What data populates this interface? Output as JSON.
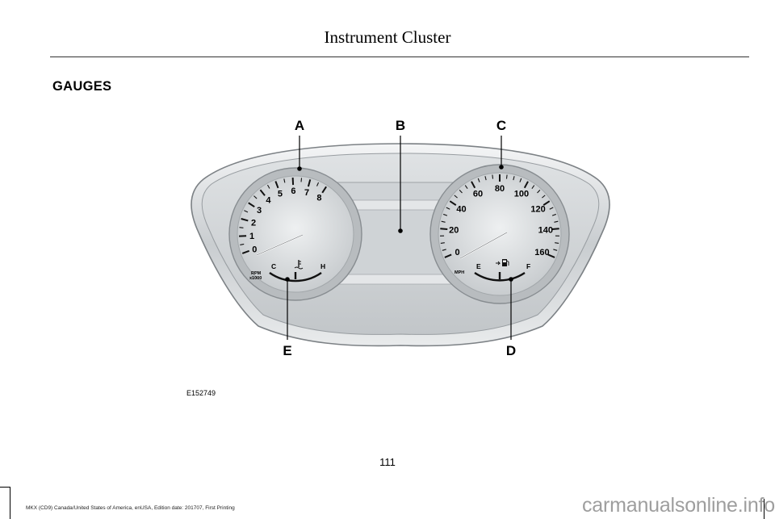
{
  "header": {
    "title": "Instrument Cluster"
  },
  "section": {
    "heading": "GAUGES"
  },
  "figure": {
    "id": "E152749",
    "callouts": {
      "a": "A",
      "b": "B",
      "c": "C",
      "d": "D",
      "e": "E"
    },
    "tachometer": {
      "ticks": [
        "0",
        "1",
        "2",
        "3",
        "4",
        "5",
        "6",
        "7",
        "8"
      ],
      "unit_top": "RPM",
      "unit_bottom": "x1000",
      "needle_value": 0,
      "temp_gauge": {
        "low": "C",
        "high": "H",
        "icon": "coolant-temperature-icon"
      }
    },
    "speedometer": {
      "ticks": [
        "0",
        "20",
        "40",
        "60",
        "80",
        "100",
        "120",
        "140",
        "160"
      ],
      "unit": "MPH",
      "needle_value": 0,
      "fuel_gauge": {
        "empty": "E",
        "full": "F",
        "icon": "fuel-pump-icon"
      }
    }
  },
  "page": {
    "number": "111"
  },
  "footer": {
    "text": "MKX (CD9) Canada/United States of America, enUSA, Edition date: 201707, First Printing"
  },
  "watermark": {
    "text": "carmanualsonline.info"
  }
}
